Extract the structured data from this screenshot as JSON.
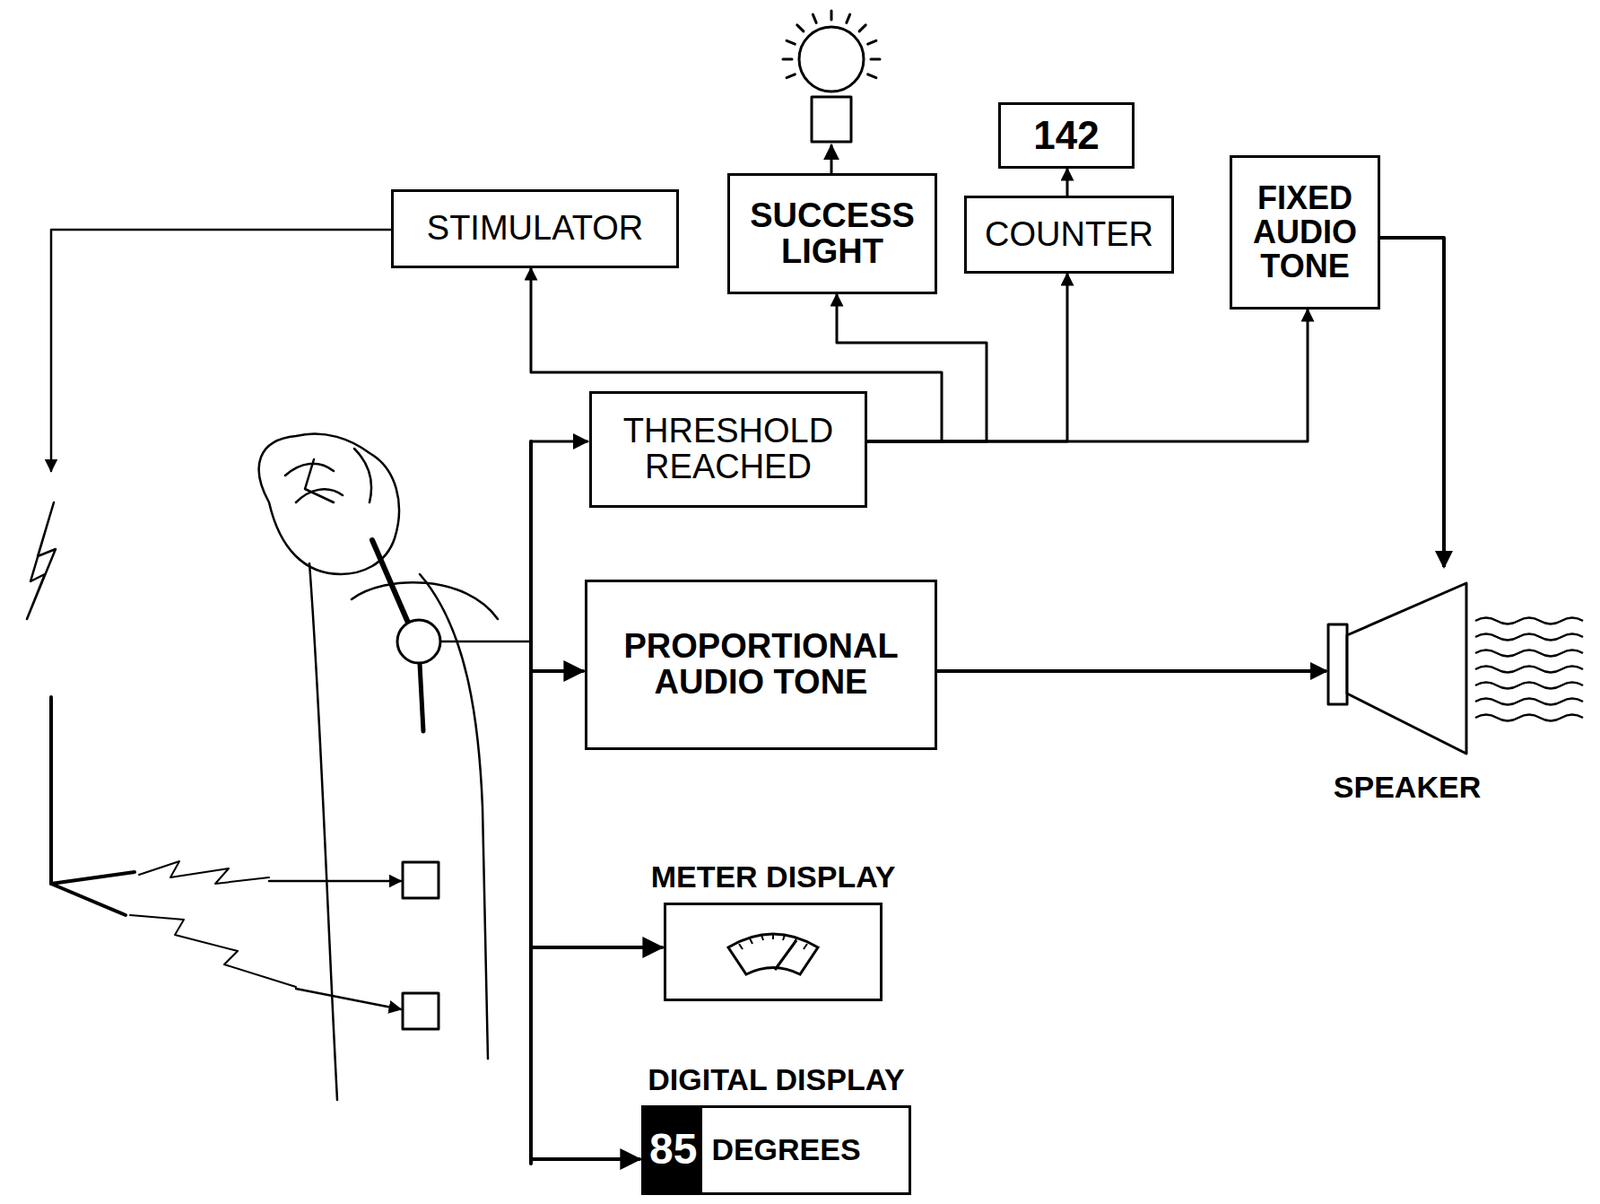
{
  "diagram": {
    "nodes": [
      {
        "text": [
          "STIMULATOR"
        ]
      },
      {
        "text": [
          "SUCCESS LIGHT"
        ]
      },
      {
        "text": [
          "142"
        ]
      },
      {
        "text": [
          "COUNTER"
        ]
      },
      {
        "text": [
          "FIXED AUDIO TONE"
        ]
      },
      {
        "text": [
          "THRESHOLD REACHED"
        ]
      },
      {
        "text": [
          "PROPORTIONAL AUDIO TONE"
        ]
      },
      {
        "text": [
          "SPEAKER"
        ]
      },
      {
        "text": [
          "METER DISPLAY"
        ]
      },
      {
        "text": [
          "DIGITAL DISPLAY",
          "85",
          "DEGREES"
        ]
      }
    ],
    "edges": [
      {
        "from": 5,
        "to": 0,
        "arrow": "to"
      },
      {
        "from": 5,
        "to": 1,
        "arrow": "to"
      },
      {
        "from": 5,
        "to": 3,
        "arrow": "to"
      },
      {
        "from": 5,
        "to": 4,
        "arrow": "to"
      },
      {
        "from": 3,
        "to": 2,
        "arrow": "to"
      },
      {
        "from": 4,
        "to": 7,
        "arrow": "to"
      },
      {
        "from": 6,
        "to": 7,
        "arrow": "to"
      }
    ]
  }
}
